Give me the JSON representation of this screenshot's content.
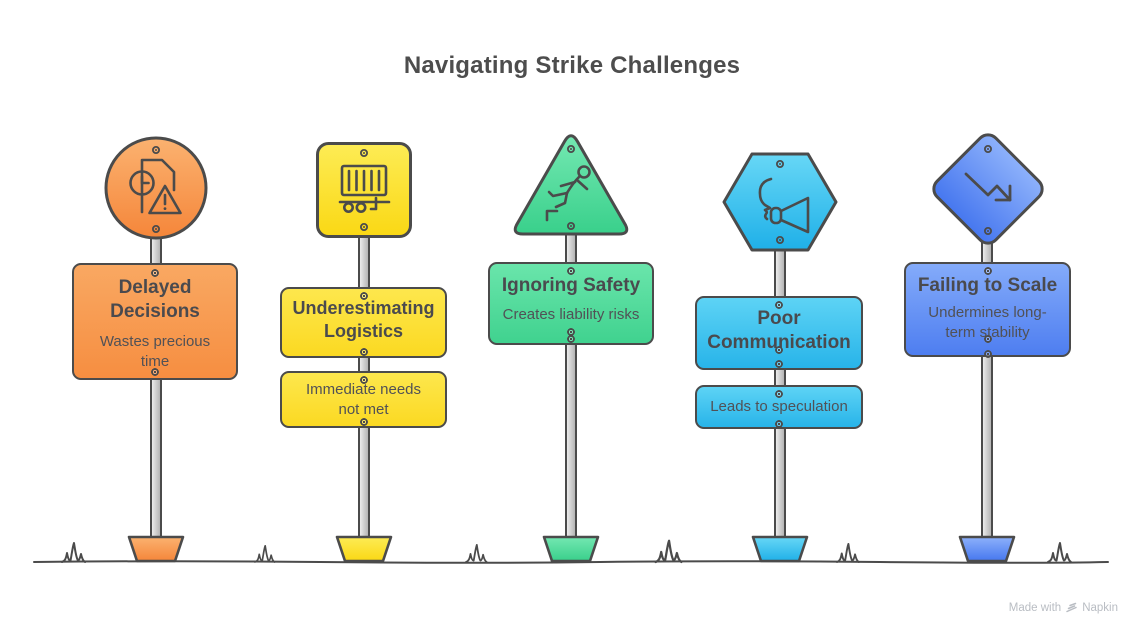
{
  "title": "Navigating Strike Challenges",
  "signs": [
    {
      "name": "delayed-decisions",
      "shape": "circle",
      "icon": "document-deadline-warning-icon",
      "title": "Delayed Decisions",
      "subtitle": "Wastes precious time",
      "color": {
        "light": "#fbb270",
        "dark": "#f5863a"
      }
    },
    {
      "name": "underestimating-logistics",
      "shape": "square",
      "icon": "cargo-container-trailer-icon",
      "title": "Underestimating Logistics",
      "subtitle": "Immediate needs not met",
      "color": {
        "light": "#fdec55",
        "dark": "#fad814"
      }
    },
    {
      "name": "ignoring-safety",
      "shape": "triangle",
      "icon": "slipping-person-icon",
      "title": "Ignoring Safety",
      "subtitle": "Creates liability risks",
      "color": {
        "light": "#74e8b2",
        "dark": "#39d08b"
      }
    },
    {
      "name": "poor-communication",
      "shape": "hexagon",
      "icon": "megaphone-speaker-icon",
      "title": "Poor Communication",
      "subtitle": "Leads to speculation",
      "color": {
        "light": "#67d7f6",
        "dark": "#1fb0e8"
      }
    },
    {
      "name": "failing-to-scale",
      "shape": "diamond",
      "icon": "declining-zigzag-arrow-icon",
      "title": "Failing to Scale",
      "subtitle": "Undermines long-term stability",
      "color": {
        "light": "#8db1fb",
        "dark": "#4677ef"
      }
    }
  ],
  "stroke_color": "#4b4b4b",
  "watermark": {
    "text": "Made with",
    "brand": "Napkin",
    "logo": "napkin-logo-icon"
  }
}
